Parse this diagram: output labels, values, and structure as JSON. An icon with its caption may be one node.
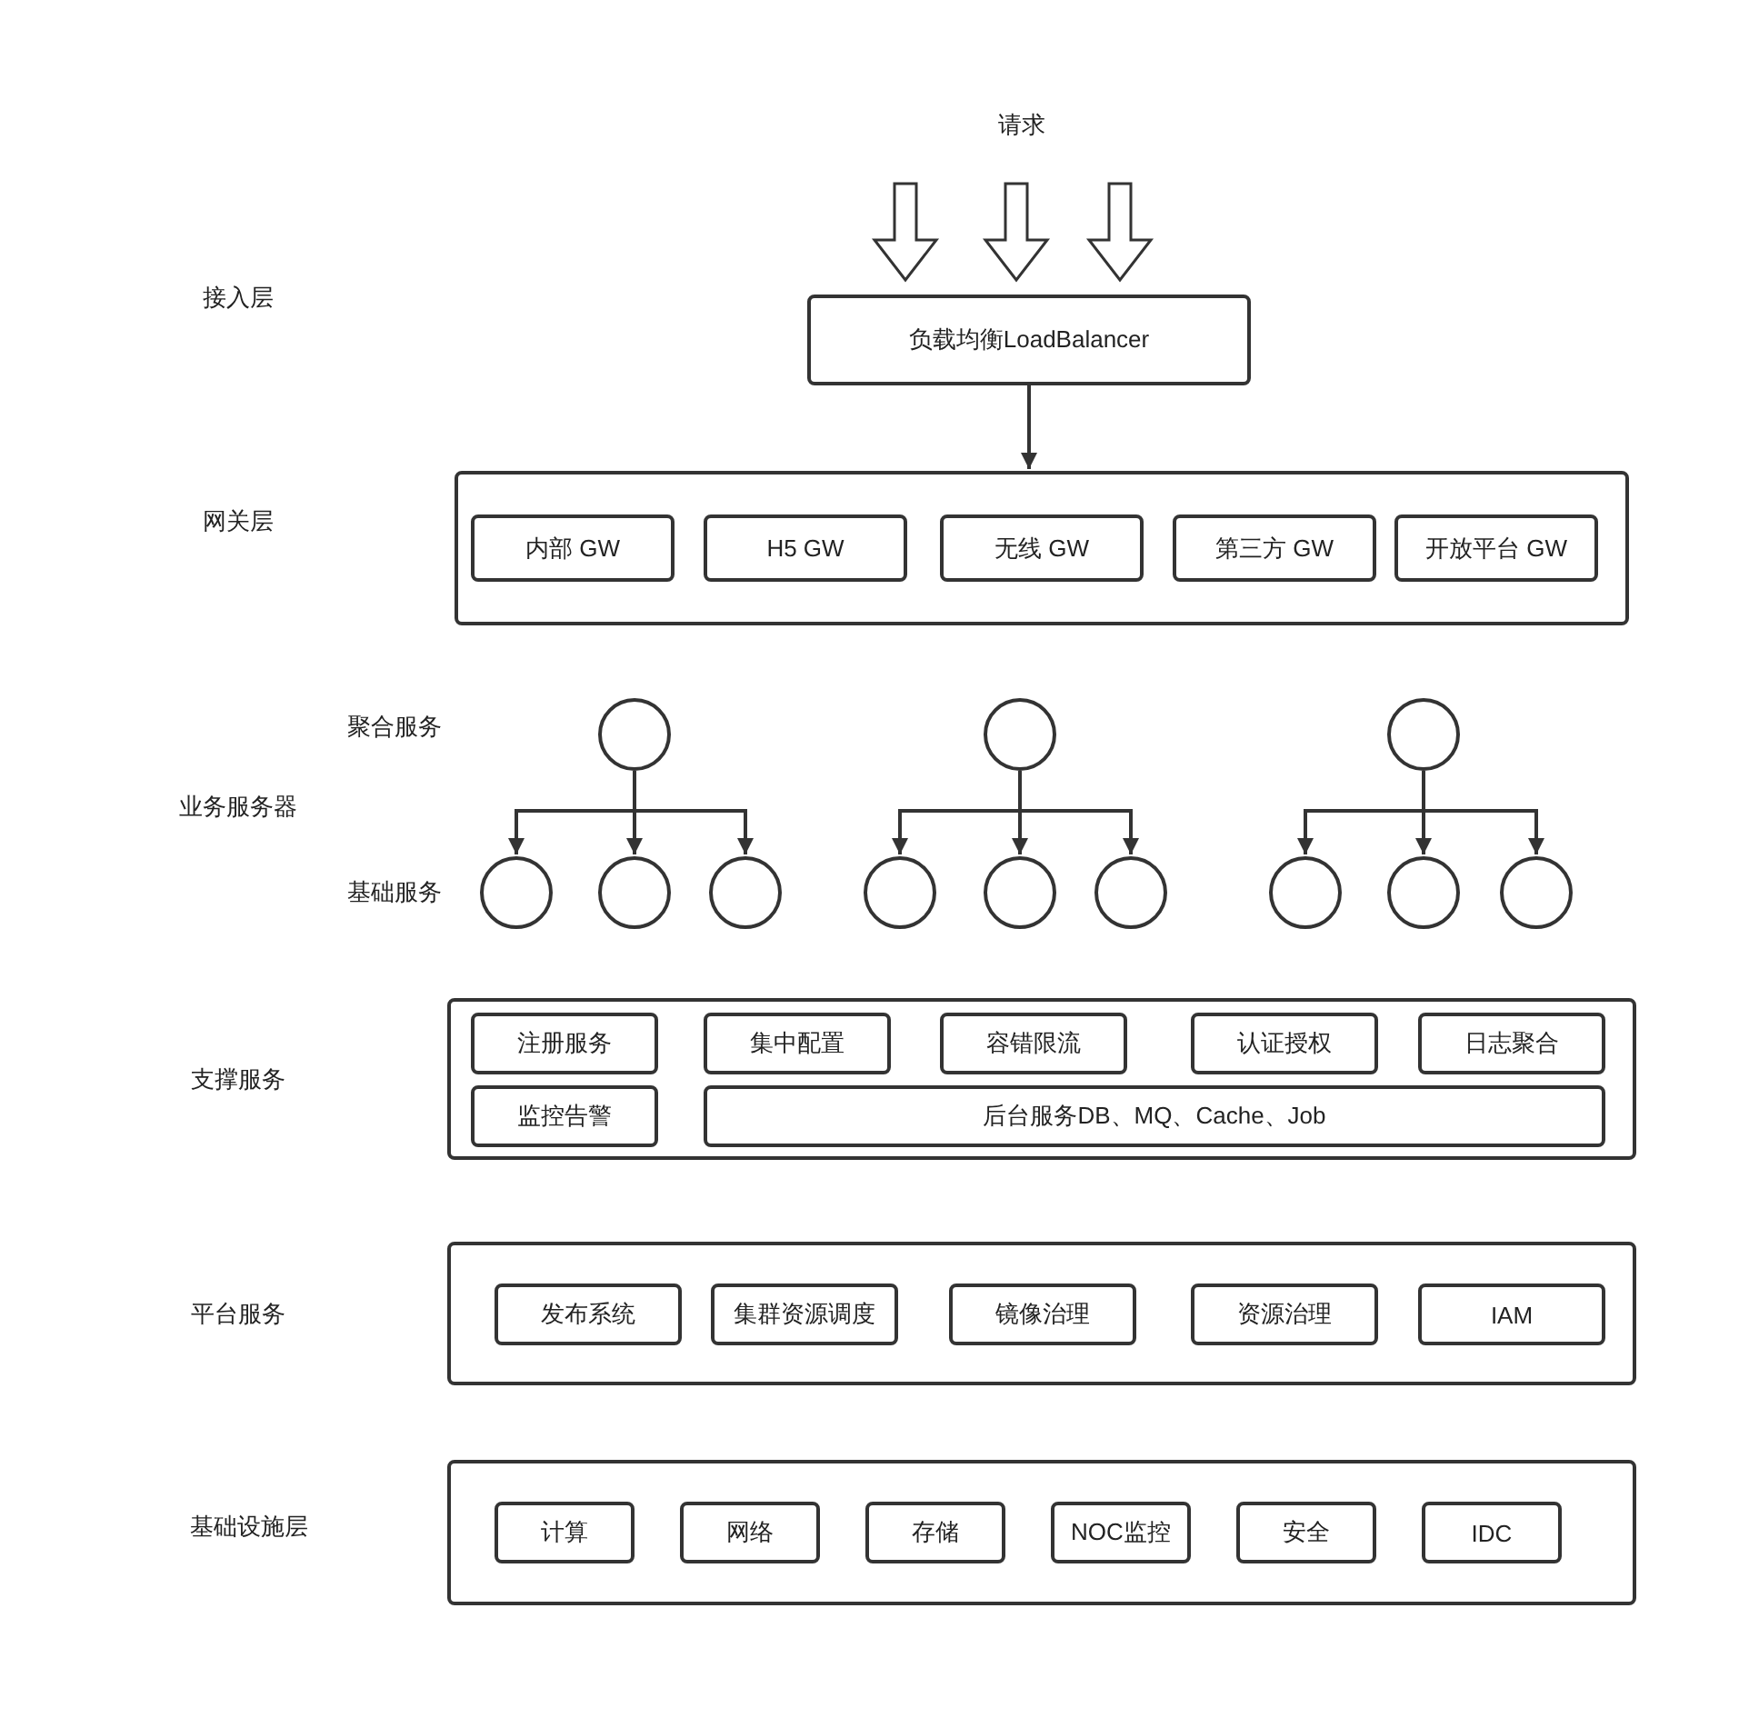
{
  "diagram": {
    "nodes": [
      {
        "text": [
          "负载均衡LoadBalancer"
        ]
      },
      {
        "text": [],
        "shape": "box"
      },
      {
        "text": [
          "内部 GW"
        ],
        "in": 1
      },
      {
        "text": [
          "H5 GW"
        ],
        "in": 1
      },
      {
        "text": [
          "无线 GW"
        ],
        "in": 1
      },
      {
        "text": [
          "第三方 GW"
        ],
        "in": 1
      },
      {
        "text": [
          "开放平台 GW"
        ],
        "in": 1
      },
      {
        "text": [],
        "shape": "circle"
      },
      {
        "text": [],
        "shape": "circle"
      },
      {
        "text": [],
        "shape": "circle"
      },
      {
        "text": [],
        "shape": "circle"
      },
      {
        "text": [],
        "shape": "circle"
      },
      {
        "text": [],
        "shape": "circle"
      },
      {
        "text": [],
        "shape": "circle"
      },
      {
        "text": [],
        "shape": "circle"
      },
      {
        "text": [],
        "shape": "circle"
      },
      {
        "text": [],
        "shape": "circle"
      },
      {
        "text": [],
        "shape": "circle"
      },
      {
        "text": [],
        "shape": "circle"
      },
      {
        "text": [],
        "shape": "box"
      },
      {
        "text": [
          "注册服务"
        ],
        "in": 19
      },
      {
        "text": [
          "集中配置"
        ],
        "in": 19
      },
      {
        "text": [
          "容错限流"
        ],
        "in": 19
      },
      {
        "text": [
          "认证授权"
        ],
        "in": 19
      },
      {
        "text": [
          "日志聚合"
        ],
        "in": 19
      },
      {
        "text": [
          "监控告警"
        ],
        "in": 19
      },
      {
        "text": [
          "后台服务DB、MQ、Cache、Job"
        ],
        "in": 19
      },
      {
        "text": [],
        "shape": "box"
      },
      {
        "text": [
          "发布系统"
        ],
        "in": 27
      },
      {
        "text": [
          "集群资源调度"
        ],
        "in": 27
      },
      {
        "text": [
          "镜像治理"
        ],
        "in": 27
      },
      {
        "text": [
          "资源治理"
        ],
        "in": 27
      },
      {
        "text": [
          "IAM"
        ],
        "in": 27
      },
      {
        "text": [],
        "shape": "box"
      },
      {
        "text": [
          "计算"
        ],
        "in": 33
      },
      {
        "text": [
          "网络"
        ],
        "in": 33
      },
      {
        "text": [
          "存储"
        ],
        "in": 33
      },
      {
        "text": [
          "NOC监控"
        ],
        "in": 33
      },
      {
        "text": [
          "安全"
        ],
        "in": 33
      },
      {
        "text": [
          "IDC"
        ],
        "in": 33
      }
    ],
    "edges": [
      {
        "from": null,
        "to": 0,
        "arrow": "to",
        "style": "thick"
      },
      {
        "from": null,
        "to": 0,
        "arrow": "to",
        "style": "thick"
      },
      {
        "from": null,
        "to": 0,
        "arrow": "to",
        "style": "thick"
      },
      {
        "from": 0,
        "to": 1,
        "arrow": "to"
      },
      {
        "from": 7,
        "to": 10,
        "arrow": "to"
      },
      {
        "from": 7,
        "to": 11,
        "arrow": "to"
      },
      {
        "from": 7,
        "to": 12,
        "arrow": "to"
      },
      {
        "from": 8,
        "to": 13,
        "arrow": "to"
      },
      {
        "from": 8,
        "to": 14,
        "arrow": "to"
      },
      {
        "from": 8,
        "to": 15,
        "arrow": "to"
      },
      {
        "from": 9,
        "to": 16,
        "arrow": "to"
      },
      {
        "from": 9,
        "to": 17,
        "arrow": "to"
      },
      {
        "from": 9,
        "to": 18,
        "arrow": "to"
      }
    ],
    "labels": [
      "请求",
      "接入层",
      "网关层",
      "聚合服务",
      "业务服务器",
      "基础服务",
      "支撑服务",
      "平台服务",
      "基础设施层"
    ]
  }
}
